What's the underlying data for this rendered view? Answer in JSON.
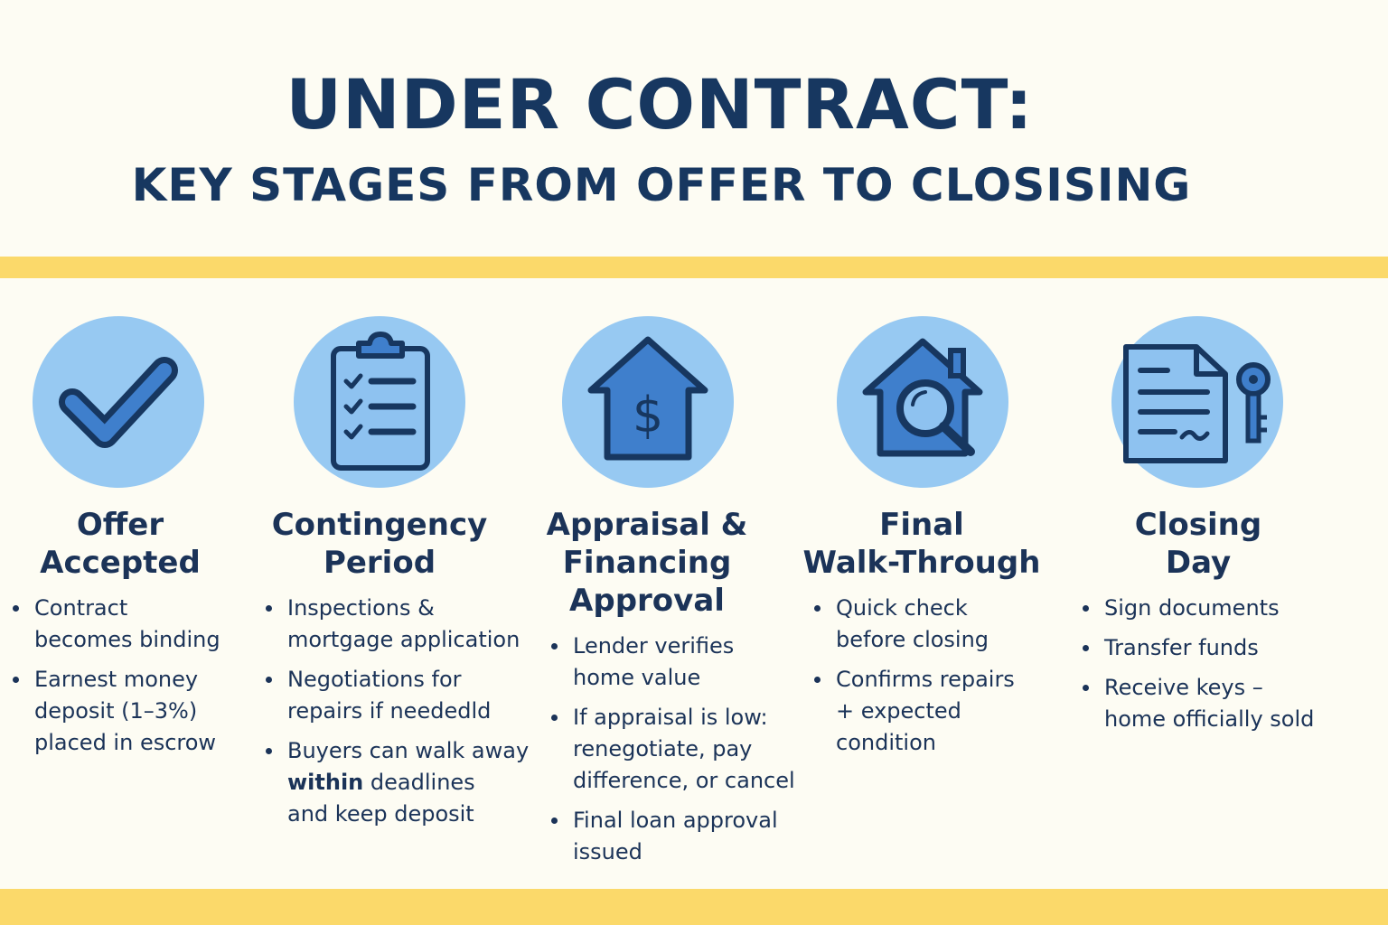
{
  "title": "UNDER CONTRACT:",
  "subtitle": "KEY STAGES FROM OFFER TO CLOSISING",
  "colors": {
    "background": "#fdfcf3",
    "band": "#fbd96a",
    "icon_circle": "#97c9f2",
    "icon_fill": "#3f7fcc",
    "icon_stroke": "#173760",
    "text": "#1b3358"
  },
  "stages": [
    {
      "icon": "checkmark-icon",
      "title": "Offer\nAccepted",
      "bullets": [
        "Contract\nbecomes binding",
        "Earnest money\ndeposit (1–3%)\nplaced in escrow"
      ]
    },
    {
      "icon": "clipboard-checklist-icon",
      "title": "Contingency\nPeriod",
      "bullets": [
        "Inspections &\nmortgage application",
        "Negotiations for\nrepairs if neededld"
      ],
      "bullet_split": {
        "prefix": "Buyers can walk away\n",
        "bold": "within",
        "suffix": " deadlines\nand keep deposit"
      }
    },
    {
      "icon": "house-dollar-icon",
      "title": "Appraisal &\nFinancing\nApproval",
      "bullets": [
        "Lender verifies\nhome value",
        "If appraisal is low:\nrenegotiate, pay\ndifference, or cancel",
        "Final loan approval\nissued"
      ]
    },
    {
      "icon": "house-magnifier-icon",
      "title": "Final\nWalk-Through",
      "bullets": [
        "Quick check\nbefore closing",
        "Confirms repairs\n+ expected\ncondition"
      ]
    },
    {
      "icon": "document-key-icon",
      "title": "Closing\nDay",
      "bullets": [
        "Sign documents",
        "Transfer funds",
        "Receive keys –\nhome officially sold"
      ]
    }
  ]
}
